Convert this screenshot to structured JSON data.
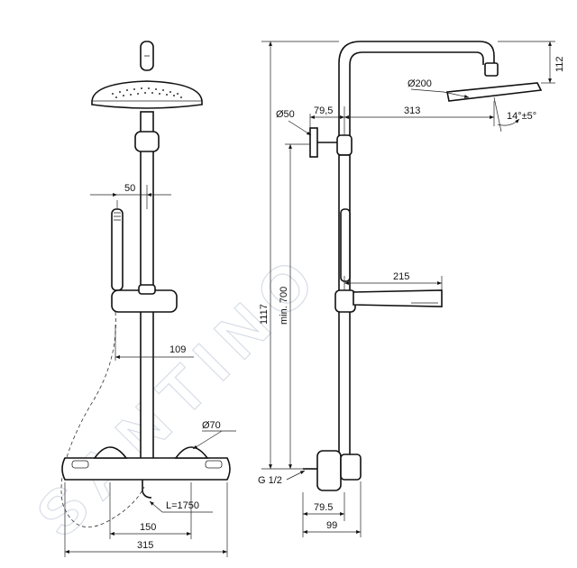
{
  "watermark": "SANTINO",
  "left_view": {
    "dim_hand_shower_offset": "50",
    "dim_slider_offset": "109",
    "dim_handle_diameter": "Ø70",
    "dim_hose_length": "L=1750",
    "dim_center_distance": "150",
    "dim_mixer_width": "315"
  },
  "right_view": {
    "dim_total_height": "1117",
    "dim_min_height": "min. 700",
    "dim_head_height": "112",
    "dim_head_diameter": "Ø200",
    "dim_rosette_diameter": "Ø50",
    "dim_wall_offset_top": "79,5",
    "dim_arm_length": "313",
    "dim_tilt_angle": "14°±5°",
    "dim_hand_shower_length": "215",
    "dim_connection_thread": "G 1/2",
    "dim_wall_offset_bottom": "79.5",
    "dim_depth": "99"
  }
}
